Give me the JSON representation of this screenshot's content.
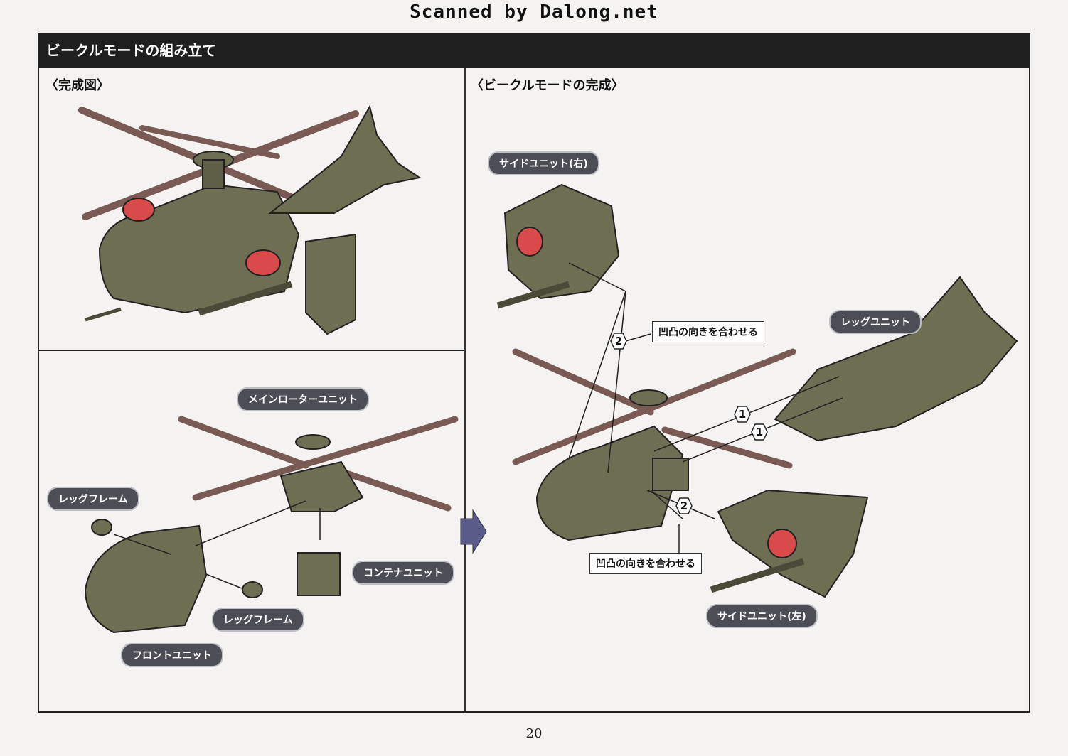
{
  "watermark": "Scanned by Dalong.net",
  "header": {
    "title": "ビークルモードの組み立て"
  },
  "sections": {
    "complete_title": "〈完成図〉",
    "vehicle_title": "〈ビークルモードの完成〉"
  },
  "labels": {
    "main_rotor": "メインローターユニット",
    "leg_frame_top": "レッグフレーム",
    "leg_frame_bottom": "レッグフレーム",
    "container": "コンテナユニット",
    "front_unit": "フロントユニット",
    "side_unit_right": "サイドユニット(右)",
    "side_unit_left": "サイドユニット(左)",
    "leg_unit": "レッグユニット"
  },
  "notes": {
    "align_top": "凹凸の向きを合わせる",
    "align_bottom": "凹凸の向きを合わせる"
  },
  "steps": {
    "one_a": "1",
    "one_b": "1",
    "two_a": "2",
    "two_b": "2"
  },
  "colors": {
    "body": "#6e6e52",
    "rotor": "#7a5a55",
    "accent": "#d94a4a",
    "header_bg": "#1f1f1f",
    "label_bg": "#4d4d55",
    "arrow": "#5b5b8c"
  },
  "page_number": "20"
}
